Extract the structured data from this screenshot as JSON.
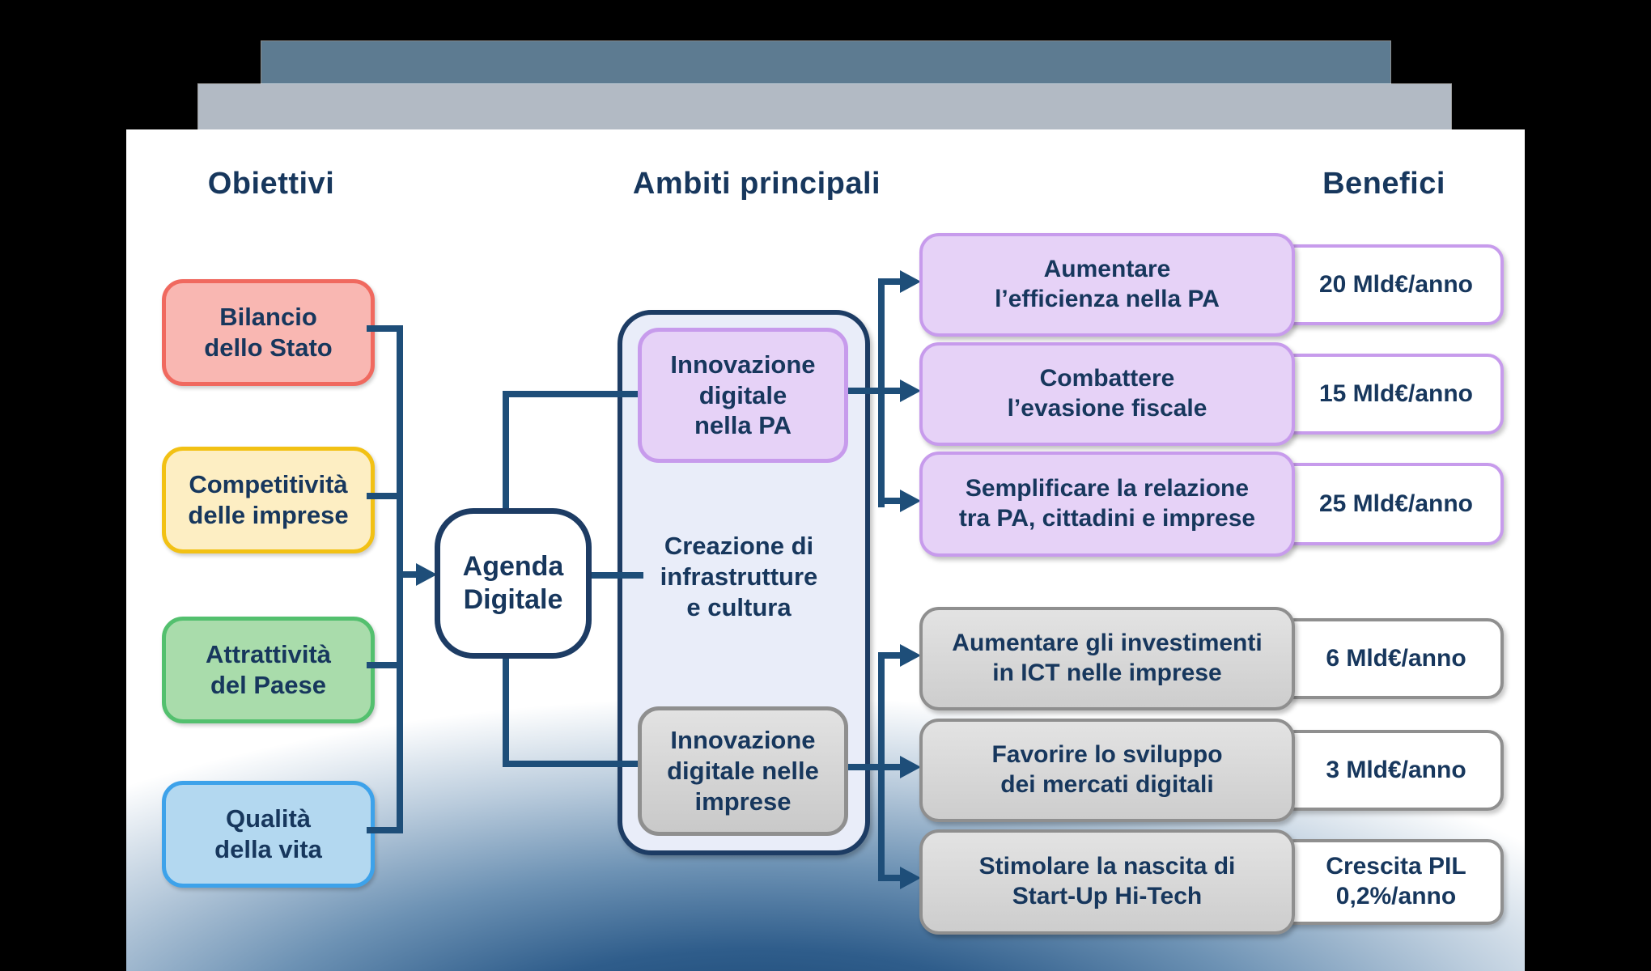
{
  "headers": {
    "objectives": "Obiettivi",
    "areas": "Ambiti principali",
    "benefits": "Benefici"
  },
  "objectives": [
    {
      "label": "Bilancio\ndello Stato"
    },
    {
      "label": "Competitività\ndelle imprese"
    },
    {
      "label": "Attrattività\ndel Paese"
    },
    {
      "label": "Qualità\ndella vita"
    }
  ],
  "hub": {
    "label": "Agenda\nDigitale"
  },
  "areas": [
    {
      "label": "Innovazione\ndigitale\nnella PA",
      "style": "purple"
    },
    {
      "label": "Creazione di\ninfrastrutture\ne cultura",
      "style": "plain"
    },
    {
      "label": "Innovazione\ndigitale nelle\nimprese",
      "style": "gray"
    }
  ],
  "benefits": {
    "pa": [
      {
        "label": "Aumentare\nl’efficienza nella PA",
        "value": "20 Mld€/anno"
      },
      {
        "label": "Combattere\nl’evasione fiscale",
        "value": "15 Mld€/anno"
      },
      {
        "label": "Semplificare la relazione\ntra PA, cittadini e imprese",
        "value": "25 Mld€/anno"
      }
    ],
    "imprese": [
      {
        "label": "Aumentare gli investimenti\nin ICT nelle imprese",
        "value": "6 Mld€/anno"
      },
      {
        "label": "Favorire lo sviluppo\ndei mercati digitali",
        "value": "3 Mld€/anno"
      },
      {
        "label": "Stimolare la nascita di\nStart-Up Hi-Tech",
        "value": "Crescita PIL\n0,2%/anno"
      }
    ]
  },
  "colors": {
    "navy": "#17375d",
    "line": "#1e4e79",
    "dark-border": "#1d3c64",
    "bar1": "#5d7b91",
    "bar2": "#b2bac4",
    "obj1-fill": "#f9b7b2",
    "obj1-border": "#f0695f",
    "obj2-fill": "#fdeec3",
    "obj2-border": "#f2c114",
    "obj3-fill": "#a9dcab",
    "obj3-border": "#53c06e",
    "obj4-fill": "#b3d8f0",
    "obj4-border": "#3da2ea",
    "purple-fill": "#e6d2f7",
    "purple-border": "#c79bec",
    "gray-border": "#8f8f8f",
    "container-fill": "#e9edf9",
    "globe-dark": "#0e3a66"
  }
}
